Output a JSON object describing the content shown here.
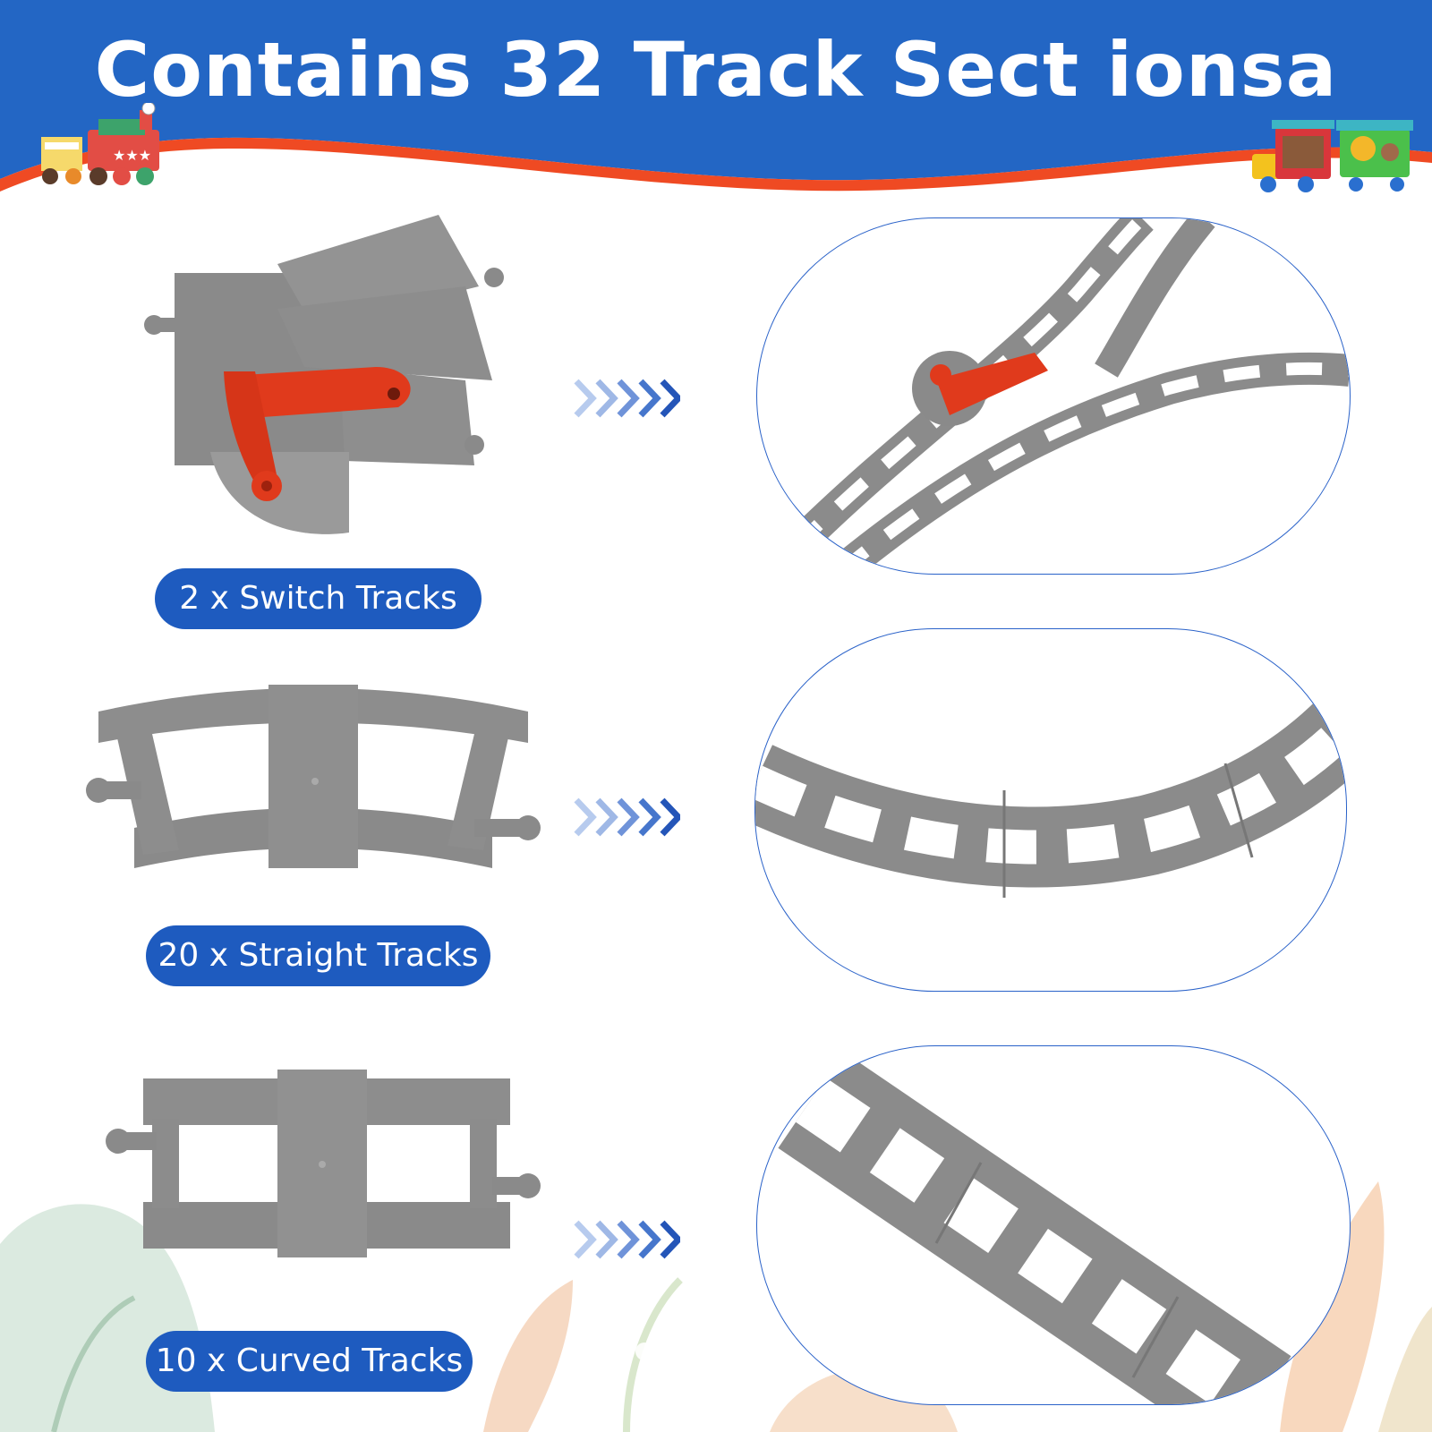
{
  "header": {
    "title": "Contains 32 Track Sect ionsa",
    "colors": {
      "banner": "#2366c4",
      "stripe": "#ef4a23"
    }
  },
  "decor": {
    "left_icon": "steam-train-icon",
    "right_icon": "circus-animal-train-icon"
  },
  "sections": [
    {
      "label": "2 x Switch Tracks",
      "piece_icon": "switch-track-icon",
      "arrow_icon": "chevron-arrows-icon"
    },
    {
      "label": "20 x Straight Tracks",
      "piece_icon": "curved-track-icon",
      "arrow_icon": "chevron-arrows-icon"
    },
    {
      "label": "10 x Curved Tracks",
      "piece_icon": "straight-track-icon",
      "arrow_icon": "chevron-arrows-icon"
    }
  ],
  "colors": {
    "badge": "#1e5bbf",
    "track": "#8a8a8a",
    "lever": "#e03a1c",
    "arrow_dark": "#2455b8",
    "arrow_light": "#9fb8e6"
  }
}
